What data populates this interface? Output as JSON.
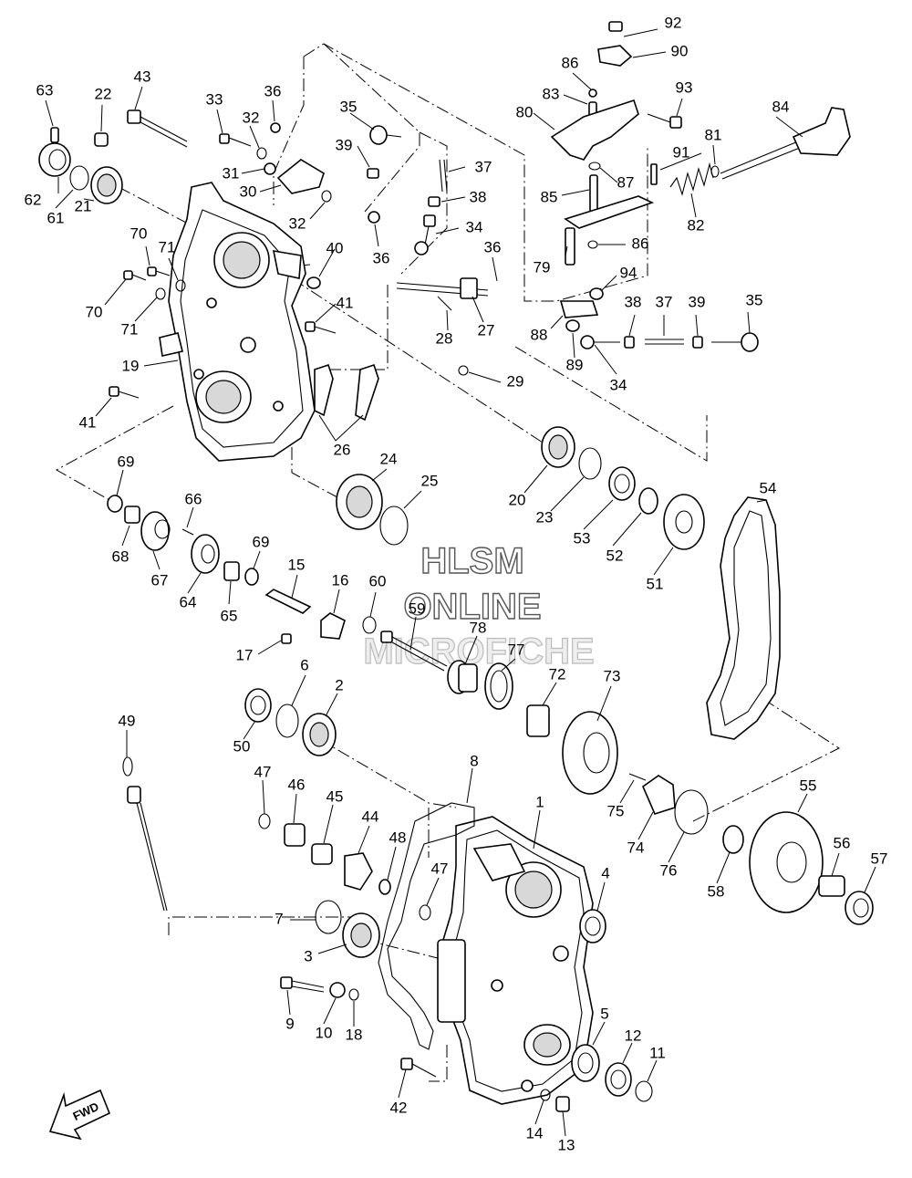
{
  "watermark": {
    "line1": "HLSM",
    "line2": "ONLINE",
    "line3": "MICROFICHE"
  },
  "fwd_label": "FWD",
  "callouts": {
    "c1": "1",
    "c2": "2",
    "c3": "3",
    "c4": "4",
    "c5": "5",
    "c6": "6",
    "c7": "7",
    "c8": "8",
    "c9": "9",
    "c10": "10",
    "c11": "11",
    "c12": "12",
    "c13": "13",
    "c14": "14",
    "c15": "15",
    "c16": "16",
    "c17": "17",
    "c18": "18",
    "c19": "19",
    "c20": "20",
    "c21": "21",
    "c22": "22",
    "c23": "23",
    "c24": "24",
    "c25": "25",
    "c26": "26",
    "c27": "27",
    "c28": "28",
    "c29": "29",
    "c30": "30",
    "c31": "31",
    "c32a": "32",
    "c32b": "32",
    "c33": "33",
    "c34a": "34",
    "c34b": "34",
    "c35a": "35",
    "c35b": "35",
    "c36a": "36",
    "c36b": "36",
    "c36c": "36",
    "c37a": "37",
    "c37b": "37",
    "c38a": "38",
    "c38b": "38",
    "c39a": "39",
    "c39b": "39",
    "c40": "40",
    "c41a": "41",
    "c41b": "41",
    "c42": "42",
    "c43": "43",
    "c44": "44",
    "c45": "45",
    "c46": "46",
    "c47a": "47",
    "c47b": "47",
    "c48": "48",
    "c49": "49",
    "c50": "50",
    "c51": "51",
    "c52": "52",
    "c53": "53",
    "c54": "54",
    "c55": "55",
    "c56": "56",
    "c57": "57",
    "c58": "58",
    "c59": "59",
    "c60": "60",
    "c61": "61",
    "c62": "62",
    "c63": "63",
    "c64": "64",
    "c65": "65",
    "c66": "66",
    "c67": "67",
    "c68": "68",
    "c69a": "69",
    "c69b": "69",
    "c70a": "70",
    "c70b": "70",
    "c71a": "71",
    "c71b": "71",
    "c72": "72",
    "c73": "73",
    "c74": "74",
    "c75": "75",
    "c76": "76",
    "c77": "77",
    "c78": "78",
    "c79": "79",
    "c80": "80",
    "c81": "81",
    "c82": "82",
    "c83": "83",
    "c84": "84",
    "c85": "85",
    "c86a": "86",
    "c86b": "86",
    "c87": "87",
    "c88": "88",
    "c89": "89",
    "c90": "90",
    "c91": "91",
    "c92": "92",
    "c93": "93",
    "c94": "94"
  }
}
